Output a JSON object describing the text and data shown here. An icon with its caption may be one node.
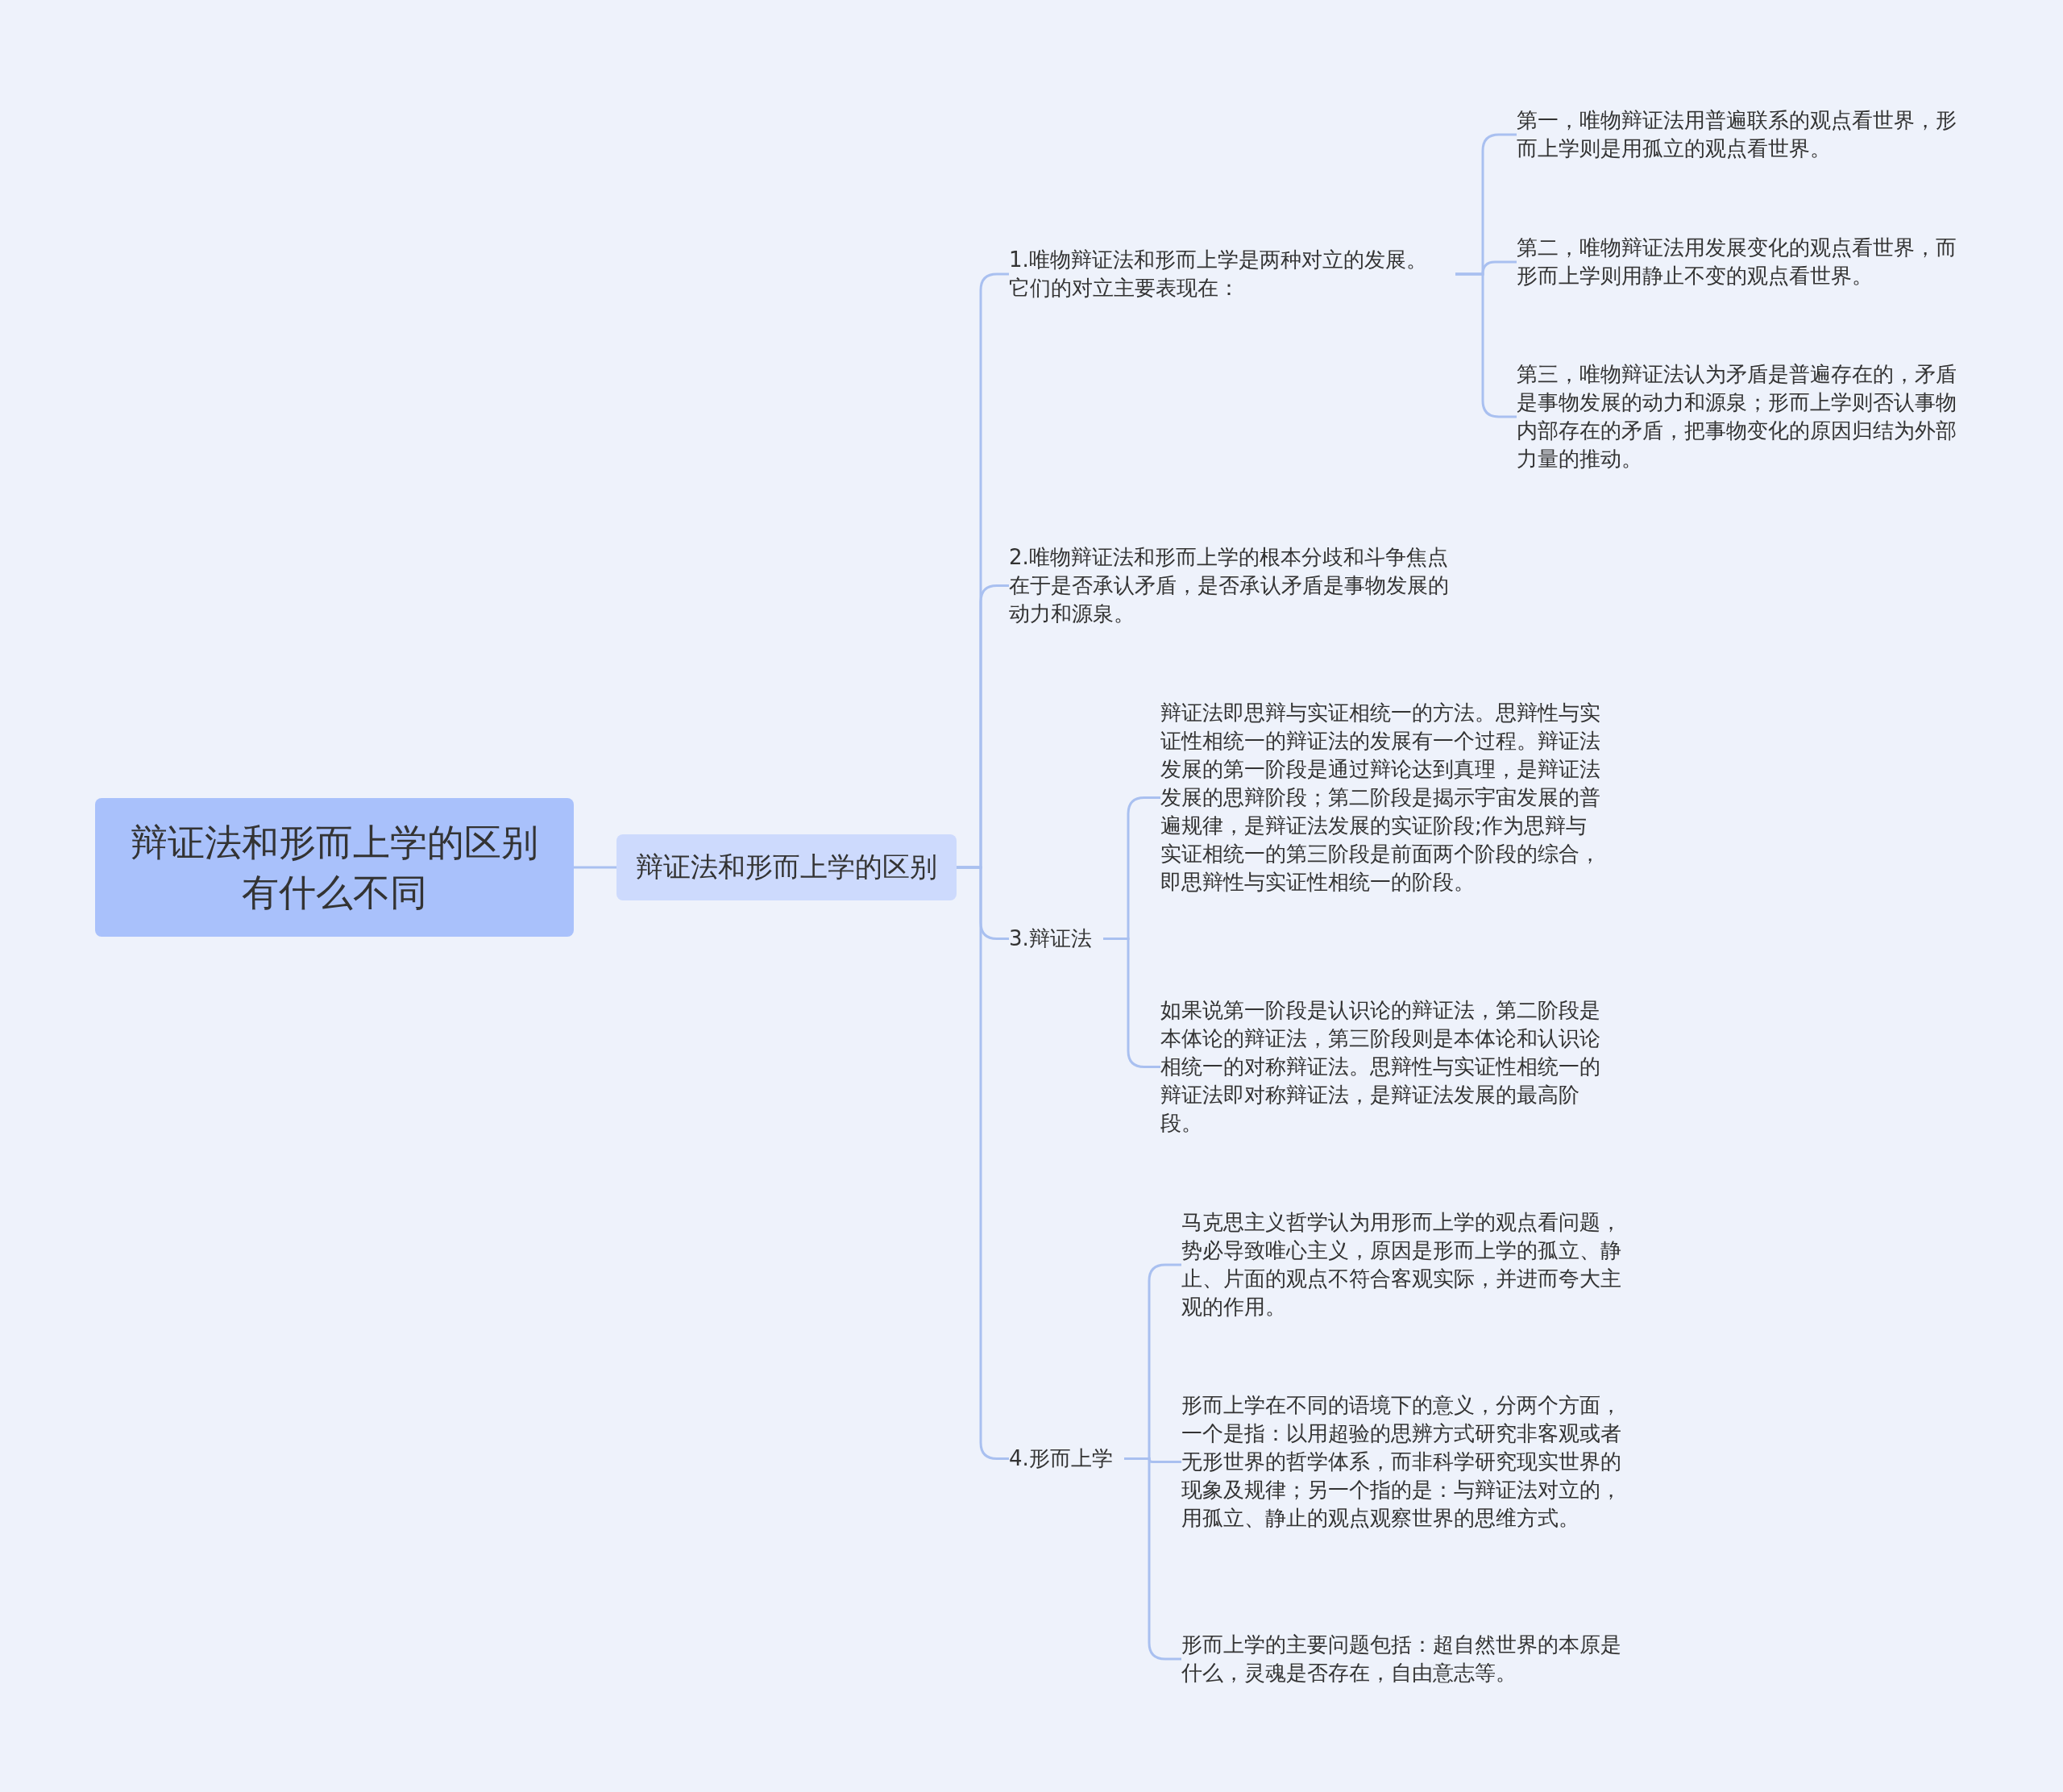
{
  "diagram": {
    "nodes": [
      {
        "text": [
          "辩证法和形而上学的区别有什么不同"
        ]
      },
      {
        "text": [
          "辩证法和形而上学的区别"
        ]
      },
      {
        "text": [
          "1.唯物辩证法和形而上学是两种对立的发展。它们的对立主要表现在："
        ]
      },
      {
        "text": [
          "第一，唯物辩证法用普遍联系的观点看世界，形而上学则是用孤立的观点看世界。"
        ]
      },
      {
        "text": [
          "第二，唯物辩证法用发展变化的观点看世界，而形而上学则用静止不变的观点看世界。"
        ]
      },
      {
        "text": [
          "第三，唯物辩证法认为矛盾是普遍存在的，矛盾是事物发展的动力和源泉；形而上学则否认事物内部存在的矛盾，把事物变化的原因归结为外部力量的推动。"
        ]
      },
      {
        "text": [
          "2.唯物辩证法和形而上学的根本分歧和斗争焦点在于是否承认矛盾，是否承认矛盾是事物发展的动力和源泉。"
        ]
      },
      {
        "text": [
          "3.辩证法"
        ]
      },
      {
        "text": [
          "辩证法即思辩与实证相统一的方法。思辩性与实证性相统一的辩证法的发展有一个过程。辩证法发展的第一阶段是通过辩论达到真理，是辩证法发展的思辩阶段；第二阶段是揭示宇宙发展的普遍规律，是辩证法发展的实证阶段;作为思辩与实证相统一的第三阶段是前面两个阶段的综合，即思辩性与实证性相统一的阶段。"
        ]
      },
      {
        "text": [
          "如果说第一阶段是认识论的辩证法，第二阶段是本体论的辩证法，第三阶段则是本体论和认识论相统一的对称辩证法。思辩性与实证性相统一的辩证法即对称辩证法，是辩证法发展的最高阶段。"
        ]
      },
      {
        "text": [
          "4.形而上学"
        ]
      },
      {
        "text": [
          "马克思主义哲学认为用形而上学的观点看问题，势必导致唯心主义，原因是形而上学的孤立、静止、片面的观点不符合客观实际，并进而夸大主观的作用。"
        ]
      },
      {
        "text": [
          "形而上学在不同的语境下的意义，分两个方面，一个是指：以用超验的思辨方式研究非客观或者无形世界的哲学体系，而非科学研究现实世界的现象及规律；另一个指的是：与辩证法对立的，用孤立、静止的观点观察世界的思维方式。"
        ]
      },
      {
        "text": [
          "形而上学的主要问题包括：超自然世界的本原是什么，灵魂是否存在，自由意志等。"
        ]
      }
    ],
    "edges": [
      {
        "from": 0,
        "to": 1,
        "arrow": "none"
      },
      {
        "from": 1,
        "to": 2,
        "arrow": "none"
      },
      {
        "from": 1,
        "to": 6,
        "arrow": "none"
      },
      {
        "from": 1,
        "to": 7,
        "arrow": "none"
      },
      {
        "from": 1,
        "to": 10,
        "arrow": "none"
      },
      {
        "from": 2,
        "to": 3,
        "arrow": "none"
      },
      {
        "from": 2,
        "to": 4,
        "arrow": "none"
      },
      {
        "from": 2,
        "to": 5,
        "arrow": "none"
      },
      {
        "from": 7,
        "to": 8,
        "arrow": "none"
      },
      {
        "from": 7,
        "to": 9,
        "arrow": "none"
      },
      {
        "from": 10,
        "to": 11,
        "arrow": "none"
      },
      {
        "from": 10,
        "to": 12,
        "arrow": "none"
      },
      {
        "from": 10,
        "to": 13,
        "arrow": "none"
      }
    ]
  }
}
